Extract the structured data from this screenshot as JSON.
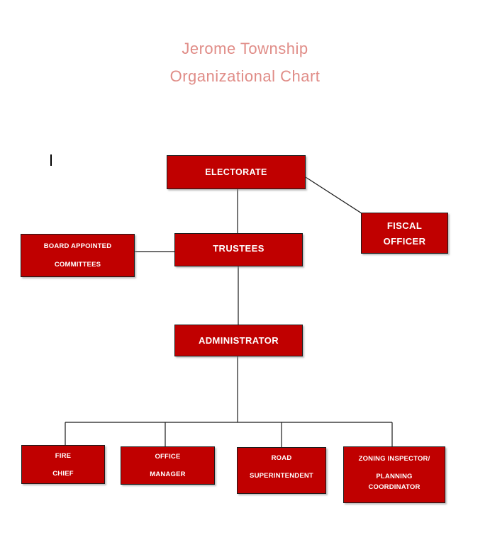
{
  "title": {
    "line1": "Jerome Township",
    "line2": "Organizational Chart"
  },
  "colors": {
    "box_fill": "#c00000",
    "box_border": "#1c1c1c",
    "box_text": "#ffffff",
    "title_text": "#e08c87",
    "connector": "#1a1a1a",
    "background": "#ffffff"
  },
  "nodes": {
    "electorate": {
      "lines": [
        "ELECTORATE"
      ]
    },
    "fiscal_officer": {
      "lines": [
        "FISCAL",
        "OFFICER"
      ]
    },
    "board_committees": {
      "lines": [
        "BOARD APPOINTED",
        "COMMITTEES"
      ]
    },
    "trustees": {
      "lines": [
        "TRUSTEES"
      ]
    },
    "administrator": {
      "lines": [
        "ADMINISTRATOR"
      ]
    },
    "fire_chief": {
      "lines": [
        "FIRE",
        "CHIEF"
      ]
    },
    "office_manager": {
      "lines": [
        "OFFICE",
        "MANAGER"
      ]
    },
    "road_superintendent": {
      "lines": [
        "ROAD",
        "SUPERINTENDENT"
      ]
    },
    "zoning_inspector": {
      "lines": [
        "ZONING INSPECTOR/",
        "PLANNING",
        "COORDINATOR"
      ]
    }
  },
  "edges": [
    {
      "from": "electorate",
      "to": "trustees"
    },
    {
      "from": "electorate",
      "to": "fiscal_officer"
    },
    {
      "from": "board_committees",
      "to": "trustees"
    },
    {
      "from": "trustees",
      "to": "administrator"
    },
    {
      "from": "administrator",
      "to": "fire_chief"
    },
    {
      "from": "administrator",
      "to": "office_manager"
    },
    {
      "from": "administrator",
      "to": "road_superintendent"
    },
    {
      "from": "administrator",
      "to": "zoning_inspector"
    }
  ]
}
